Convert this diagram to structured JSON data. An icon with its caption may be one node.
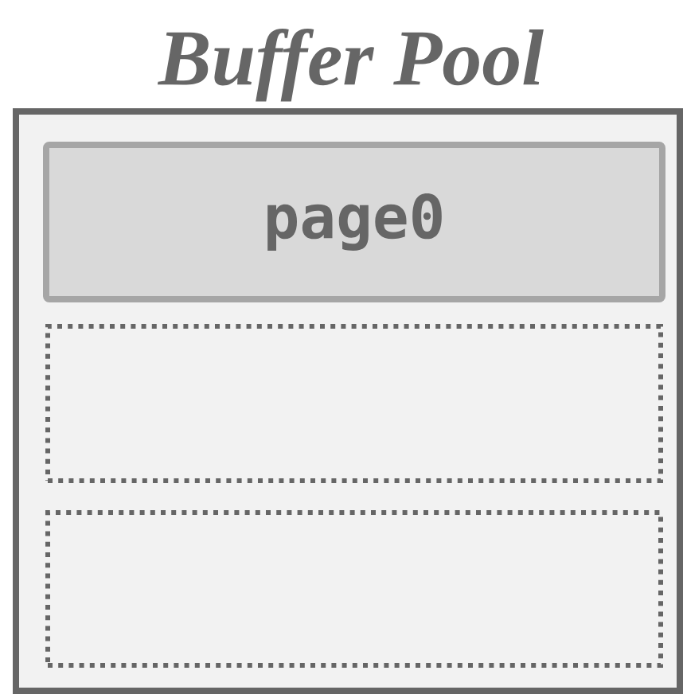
{
  "diagram": {
    "nodes": [
      {
        "text": [
          "Buffer Pool"
        ]
      },
      {
        "text": [
          "page0"
        ],
        "in": 0
      },
      {
        "text": [],
        "shape": "box",
        "in": 0
      },
      {
        "text": [],
        "shape": "box",
        "in": 0
      }
    ]
  }
}
